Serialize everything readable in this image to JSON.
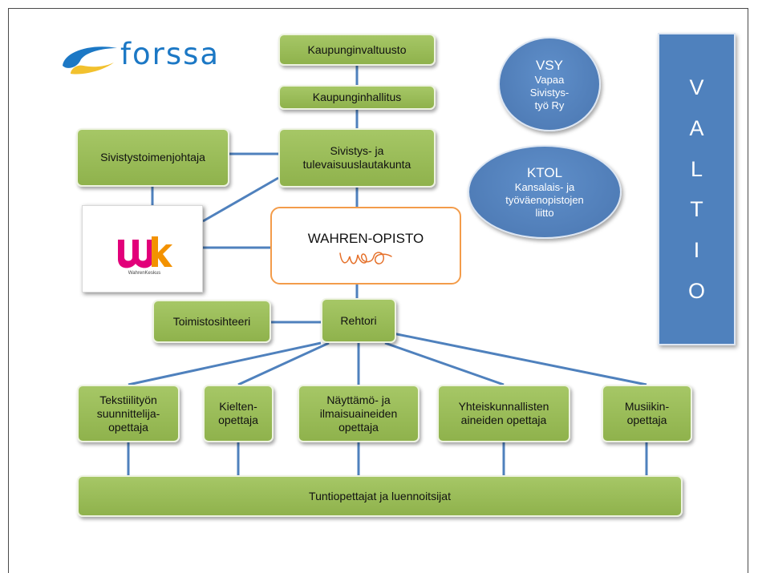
{
  "logo": {
    "text": "forssa"
  },
  "wk_logo": {
    "caption": "WahrenKeskus"
  },
  "nodes": {
    "kaupunginvaltuusto": "Kaupunginvaltuusto",
    "kaupunginhallitus": "Kaupunginhallitus",
    "sivistystoimenjohtaja": "Sivistystoimenjohtaja",
    "lautakunta_line1": "Sivistys- ja",
    "lautakunta_line2": "tulevaisuuslautakunta",
    "wahren_opisto": "WAHREN-OPISTO",
    "toimistosihteeri": "Toimistosihteeri",
    "rehtori": "Rehtori",
    "tekstiili_l1": "Tekstiilityön",
    "tekstiili_l2": "suunnittelija-",
    "tekstiili_l3": "opettaja",
    "kielten_l1": "Kielten-",
    "kielten_l2": "opettaja",
    "nayttamo_l1": "Näyttämö- ja",
    "nayttamo_l2": "ilmaisuaineiden",
    "nayttamo_l3": "opettaja",
    "yhteis_l1": "Yhteiskunnallisten",
    "yhteis_l2": "aineiden opettaja",
    "musiikki_l1": "Musiikin-",
    "musiikki_l2": "opettaja",
    "tuntiopettajat": "Tuntiopettajat ja luennoitsijat"
  },
  "vsy": {
    "title": "VSY",
    "line1": "Vapaa",
    "line2": "Sivistys-",
    "line3": "työ Ry"
  },
  "ktol": {
    "title": "KTOL",
    "line1": "Kansalais- ja",
    "line2": "työväenopistojen",
    "line3": "liitto"
  },
  "valtio": {
    "letters": [
      "V",
      "A",
      "L",
      "T",
      "I",
      "O"
    ]
  },
  "colors": {
    "green_box": "#9bbb59",
    "blue_shape": "#4f81bd",
    "connector": "#4f81bd",
    "wahren_border": "#f39c4a",
    "forssa_blue": "#1c78c5",
    "forssa_yellow": "#f2c12e",
    "wk_magenta": "#e2007a",
    "wk_orange": "#f39200"
  }
}
